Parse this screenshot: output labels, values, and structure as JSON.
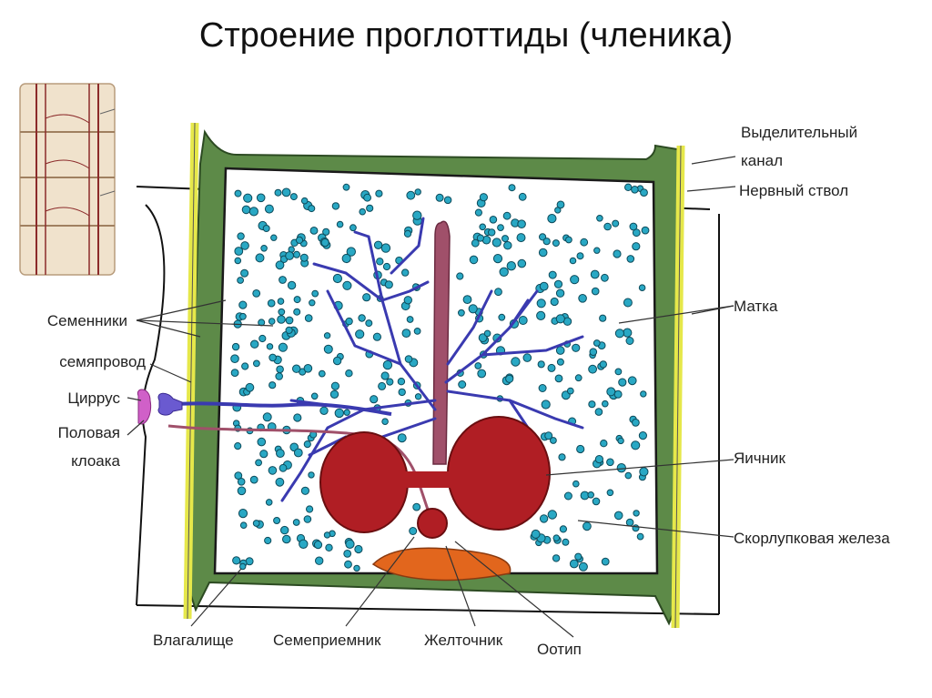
{
  "title": "Строение проглоттиды (членика)",
  "labels": {
    "excretory_canal_1": "Выделительный",
    "excretory_canal_2": "канал",
    "nerve_trunk": "Нервный ствол",
    "uterus": "Матка",
    "ovary": "Яичник",
    "shell_gland": "Скорлупковая железа",
    "testes": "Семенники",
    "vas_deferens": "семяпровод",
    "cirrus": "Циррус",
    "genital_cloaca_1": "Половая",
    "genital_cloaca_2": "клоака",
    "vagina": "Влагалище",
    "seminal_receptacle": "Семеприемник",
    "vitellarium": "Желточник",
    "ootype": "Оотип"
  },
  "colors": {
    "excretory_canal": "#4e7a3e",
    "nerve_trunk": "#e6e84a",
    "testes": "#29a8c4",
    "uterus": "#a0506a",
    "uterus_branches": "#3a3ab0",
    "ovary": "#b01e24",
    "vitellarium": "#e2661d"
  }
}
